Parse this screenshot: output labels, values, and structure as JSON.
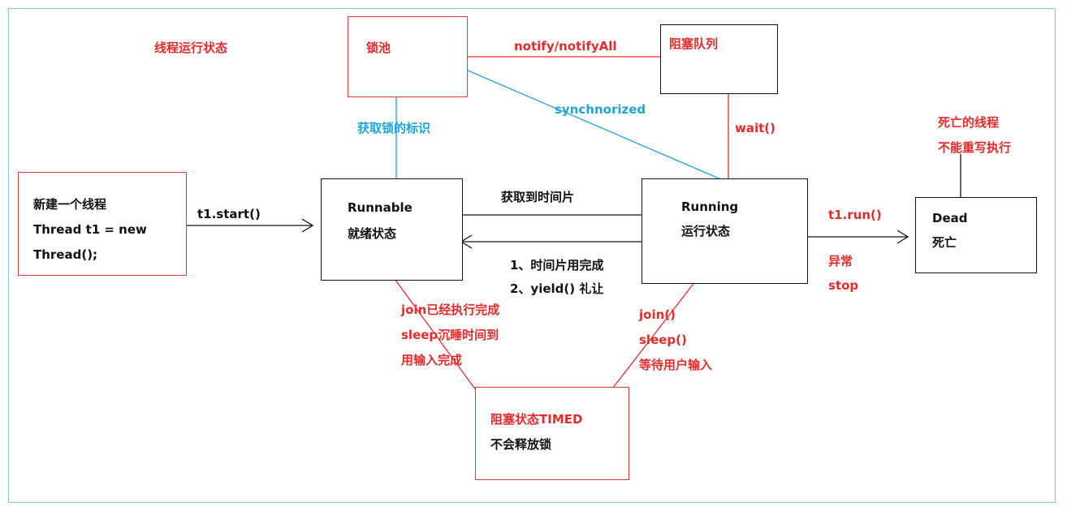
{
  "title": "线程运行状态",
  "nodes": {
    "new": [
      "新建一个线程",
      "Thread t1 = new",
      "Thread();"
    ],
    "runnable": [
      "Runnable",
      "就绪状态"
    ],
    "running": [
      "Running",
      "运行状态"
    ],
    "dead": [
      "Dead",
      "死亡"
    ],
    "lock_pool": "锁池",
    "blocked_queue": "阻塞队列",
    "timed_blocked": [
      "阻塞状态TIMED",
      "不会释放锁"
    ]
  },
  "edges": {
    "start": "t1.start()",
    "get_time_slice": "获取到时间片",
    "back_to_runnable": [
      "1、时间片用完成",
      "2、yield() 礼让"
    ],
    "run": "t1.run()",
    "exception": [
      "异常",
      "stop"
    ],
    "notify": "notify/notifyAll",
    "wait": "wait()",
    "synchronized": "synchnorized",
    "acquire_lock": "获取锁的标识",
    "to_timed": [
      "join()",
      "sleep()",
      "等待用户输入"
    ],
    "from_timed": [
      "join已经执行完成",
      "sleep沉睡时间到",
      "用输入完成"
    ]
  },
  "dead_note": [
    "死亡的线程",
    "不能重写执行"
  ],
  "colors": {
    "red": "#e32b2b",
    "blue": "#1ea3dc",
    "black": "#111111",
    "frame": "#7fcbe6"
  }
}
